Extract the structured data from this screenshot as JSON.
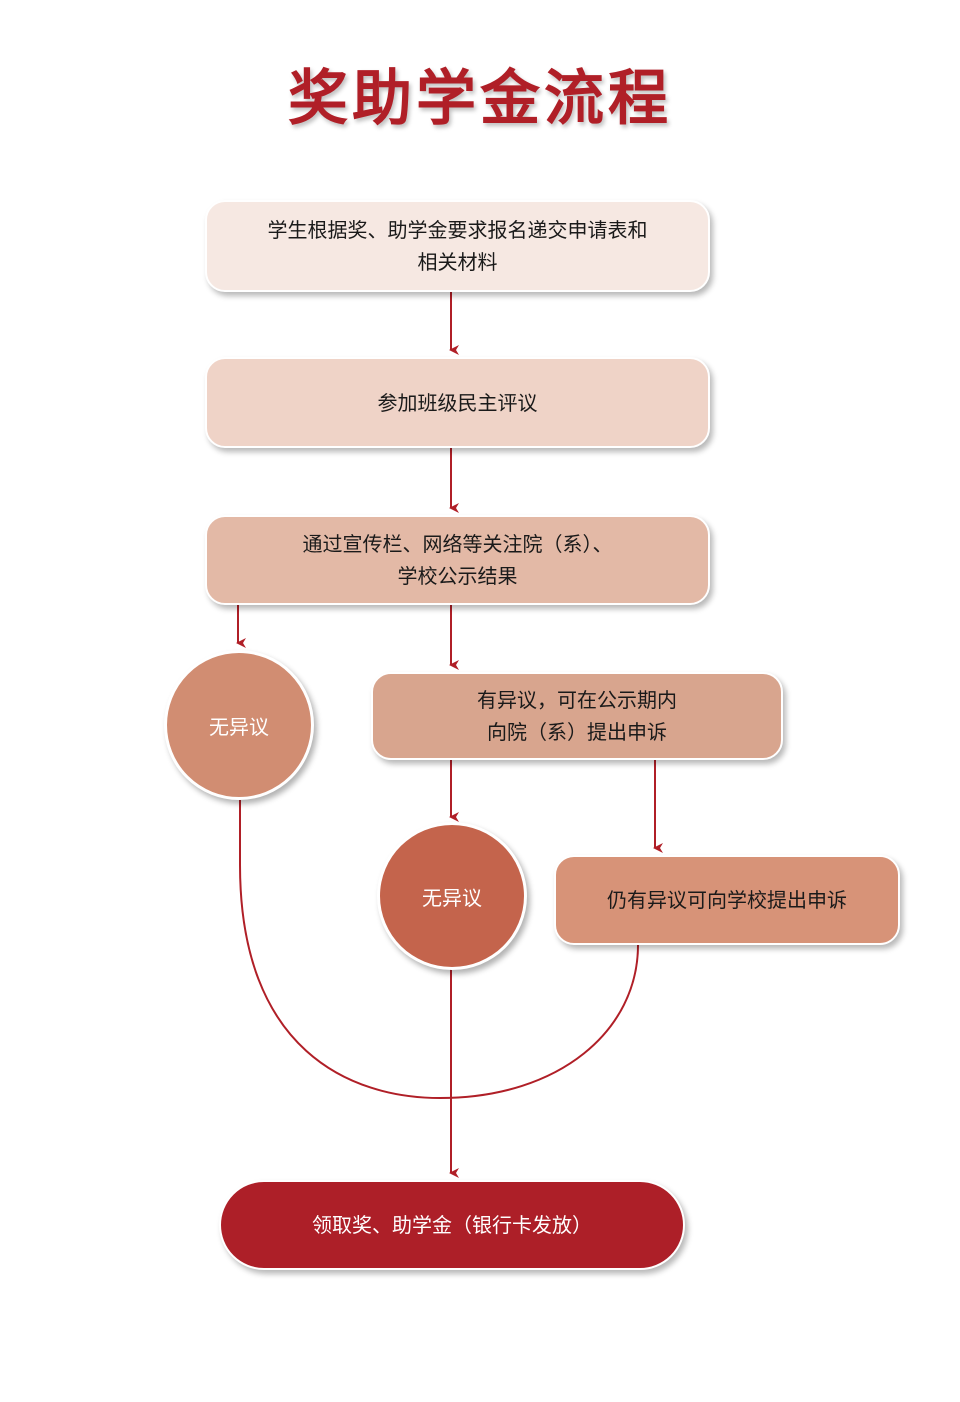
{
  "title": "奖助学金流程",
  "colors": {
    "accent": "#b01f27",
    "line": "#b01f27",
    "step1": "#f6e8e2",
    "step2": "#efd3c7",
    "step3": "#e3b9a6",
    "step4": "#d8a58e",
    "circle1": "#d18d72",
    "circle2": "#c4644c",
    "step5": "#d79378",
    "final": "#ad1f28"
  },
  "steps": {
    "apply": "学生根据奖、助学金要求报名递交申请表和\n相关材料",
    "class_review": "参加班级民主评议",
    "publicity": "通过宣传栏、网络等关注院（系）、\n学校公示结果",
    "objection": "有异议，可在公示期内\n向院（系）提出申诉",
    "no_objection_1": "无异议",
    "no_objection_2": "无异议",
    "school_appeal": "仍有异议可向学校提出申诉",
    "receive": "领取奖、助学金（银行卡发放）"
  }
}
